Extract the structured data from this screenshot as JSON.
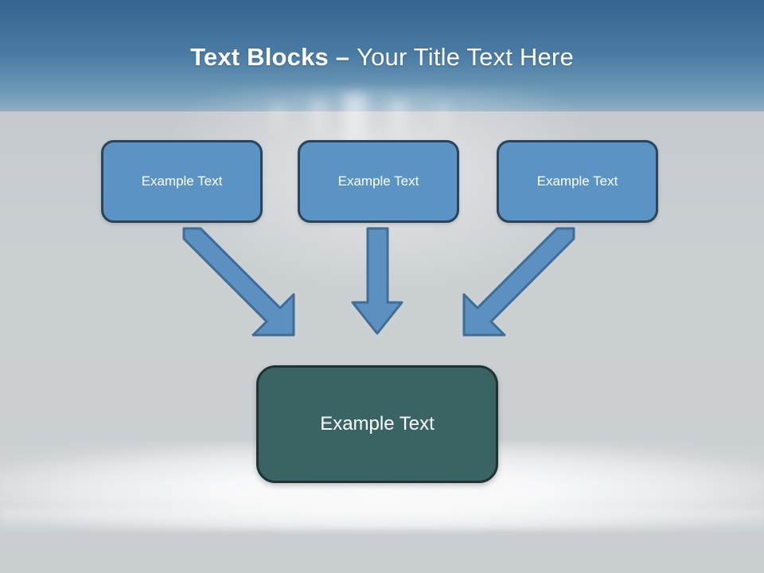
{
  "slide": {
    "title": {
      "bold_part": "Text Blocks –",
      "light_part": "Your Title Text Here",
      "full": "Text Blocks – Your Title Text Here"
    },
    "theme": {
      "title_color": "#ffffff",
      "sky_top_color": "#34648f",
      "ground_color": "#c9ced1",
      "box_fill": "#5b93c4",
      "box_border": "#2b4459",
      "result_fill": "#3a6463",
      "result_border": "#203332",
      "arrow_fill": "#5b90c0",
      "arrow_border": "#3f6d94",
      "box_text_color": "#ffffff"
    },
    "top_boxes": [
      {
        "label": "Example Text"
      },
      {
        "label": "Example Text"
      },
      {
        "label": "Example Text"
      }
    ],
    "result_box": {
      "label": "Example Text"
    },
    "arrows": [
      {
        "name": "arrow-left-diagonal",
        "direction": "down-right",
        "from_box": 1,
        "to_box": "result"
      },
      {
        "name": "arrow-center-vertical",
        "direction": "down",
        "from_box": 2,
        "to_box": "result"
      },
      {
        "name": "arrow-right-diagonal",
        "direction": "down-left",
        "from_box": 3,
        "to_box": "result"
      }
    ]
  }
}
